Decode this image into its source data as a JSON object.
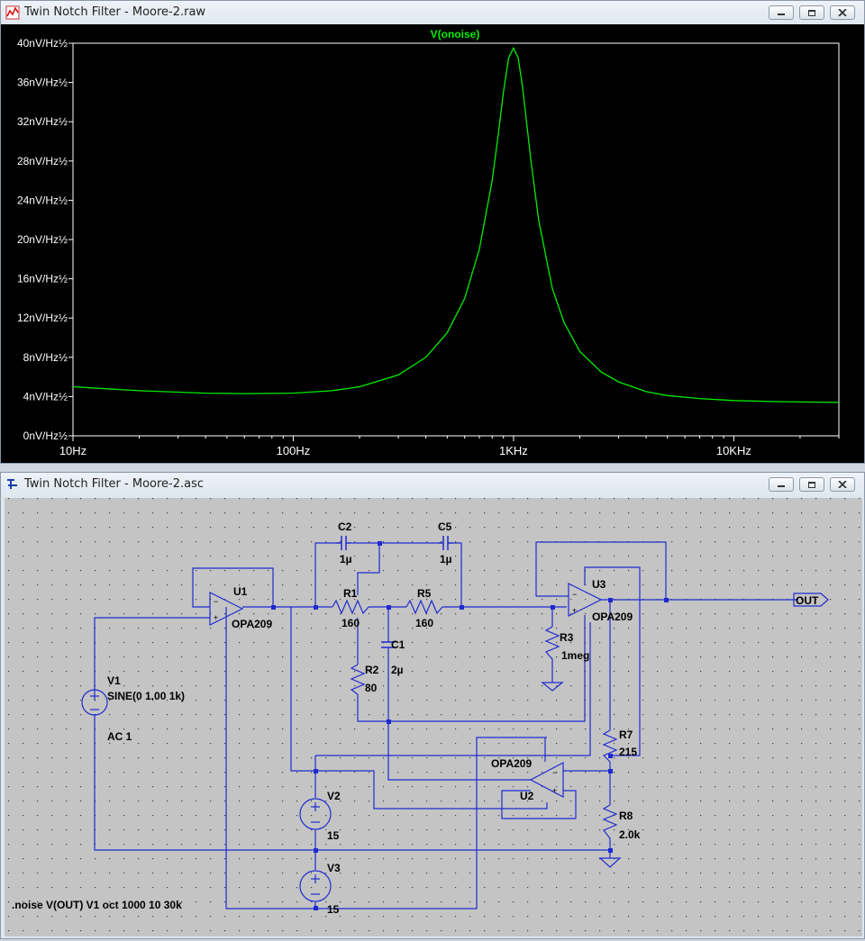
{
  "plot_window": {
    "title": "Twin Notch Filter - Moore-2.raw",
    "trace_label": "V(onoise)",
    "trace_color": "#00ee00"
  },
  "chart_data": {
    "type": "line",
    "xscale": "log",
    "xlim": [
      10,
      30000
    ],
    "ylim": [
      0,
      40
    ],
    "yunit": "nV/Hz½",
    "x_ticks": [
      "10Hz",
      "100Hz",
      "1KHz",
      "10KHz"
    ],
    "y_ticks": [
      "0nV/Hz½",
      "4nV/Hz½",
      "8nV/Hz½",
      "12nV/Hz½",
      "16nV/Hz½",
      "20nV/Hz½",
      "24nV/Hz½",
      "28nV/Hz½",
      "32nV/Hz½",
      "36nV/Hz½",
      "40nV/Hz½"
    ],
    "series": [
      {
        "name": "V(onoise)",
        "x": [
          10,
          20,
          40,
          60,
          100,
          150,
          200,
          300,
          400,
          500,
          600,
          700,
          800,
          850,
          900,
          950,
          1000,
          1050,
          1100,
          1200,
          1300,
          1500,
          1700,
          2000,
          2500,
          3000,
          4000,
          5000,
          7000,
          10000,
          15000,
          20000,
          30000
        ],
        "y": [
          5.0,
          4.6,
          4.35,
          4.3,
          4.35,
          4.6,
          5.0,
          6.2,
          8.0,
          10.5,
          14.0,
          19.0,
          26.0,
          30.5,
          35.0,
          38.5,
          39.5,
          38.5,
          35.5,
          28.0,
          22.0,
          15.0,
          11.5,
          8.6,
          6.5,
          5.5,
          4.5,
          4.1,
          3.8,
          3.6,
          3.5,
          3.45,
          3.4
        ]
      }
    ]
  },
  "schematic_window": {
    "title": "Twin Notch Filter - Moore-2.asc",
    "labels": {
      "u1": "U1",
      "u1_model": "OPA209",
      "u2": "U2",
      "u2_model": "OPA209",
      "u3": "U3",
      "u3_model": "OPA209",
      "c2": "C2",
      "c2_val": "1µ",
      "c5": "C5",
      "c5_val": "1µ",
      "r1": "R1",
      "r1_val": "160",
      "r5": "R5",
      "r5_val": "160",
      "c1": "C1",
      "c1_val": "2µ",
      "r2": "R2",
      "r2_val": "80",
      "r3": "R3",
      "r3_val": "1meg",
      "r7": "R7",
      "r7_val": "215",
      "r8": "R8",
      "r8_val": "2.0k",
      "v1": "V1",
      "v1_val": "SINE(0 1.00 1k)",
      "v1_ac": "AC 1",
      "v2": "V2",
      "v2_val": "15",
      "v3": "V3",
      "v3_val": "15",
      "out": "OUT",
      "directive": ".noise V(OUT) V1 oct 1000 10 30k"
    }
  }
}
